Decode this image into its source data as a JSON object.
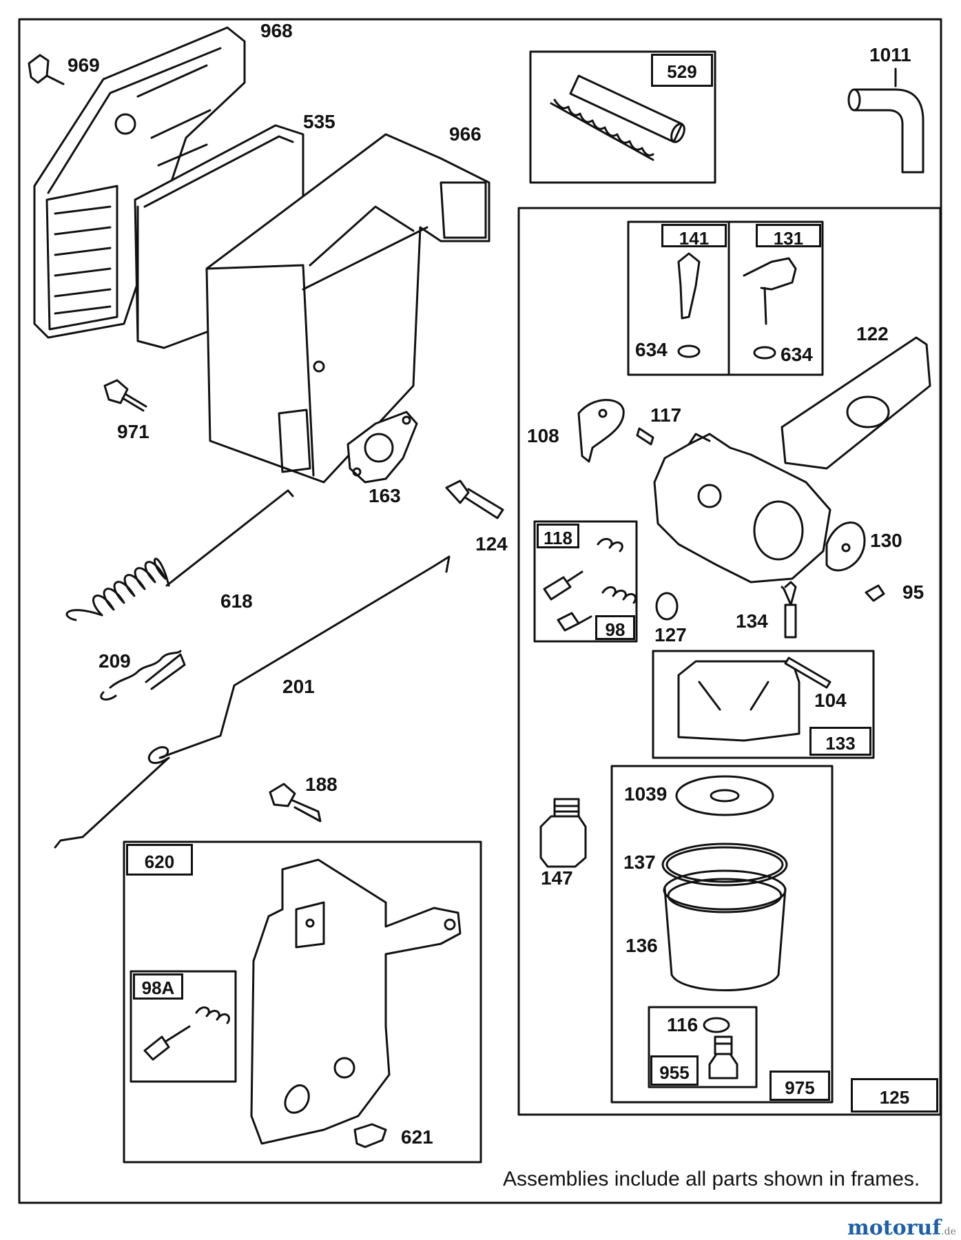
{
  "labels": {
    "p968": "968",
    "p969": "969",
    "p535": "535",
    "p966": "966",
    "p971": "971",
    "p163": "163",
    "p124": "124",
    "p618": "618",
    "p209": "209",
    "p201": "201",
    "p188": "188",
    "p621": "621",
    "p1011": "1011",
    "p122": "122",
    "p634a": "634",
    "p634b": "634",
    "p117": "117",
    "p108": "108",
    "p130": "130",
    "p95": "95",
    "p134": "134",
    "p127": "127",
    "p104": "104",
    "p147": "147",
    "p1039": "1039",
    "p137": "137",
    "p136": "136",
    "p116": "116"
  },
  "boxes": {
    "b529": "529",
    "b141": "141",
    "b131": "131",
    "b118": "118",
    "b98": "98",
    "b133": "133",
    "b975": "975",
    "b955": "955",
    "b125": "125",
    "b620": "620",
    "b98a": "98A"
  },
  "note": "Assemblies include all parts shown in frames.",
  "watermark": {
    "main": "motoruf",
    "suffix": ".de"
  }
}
